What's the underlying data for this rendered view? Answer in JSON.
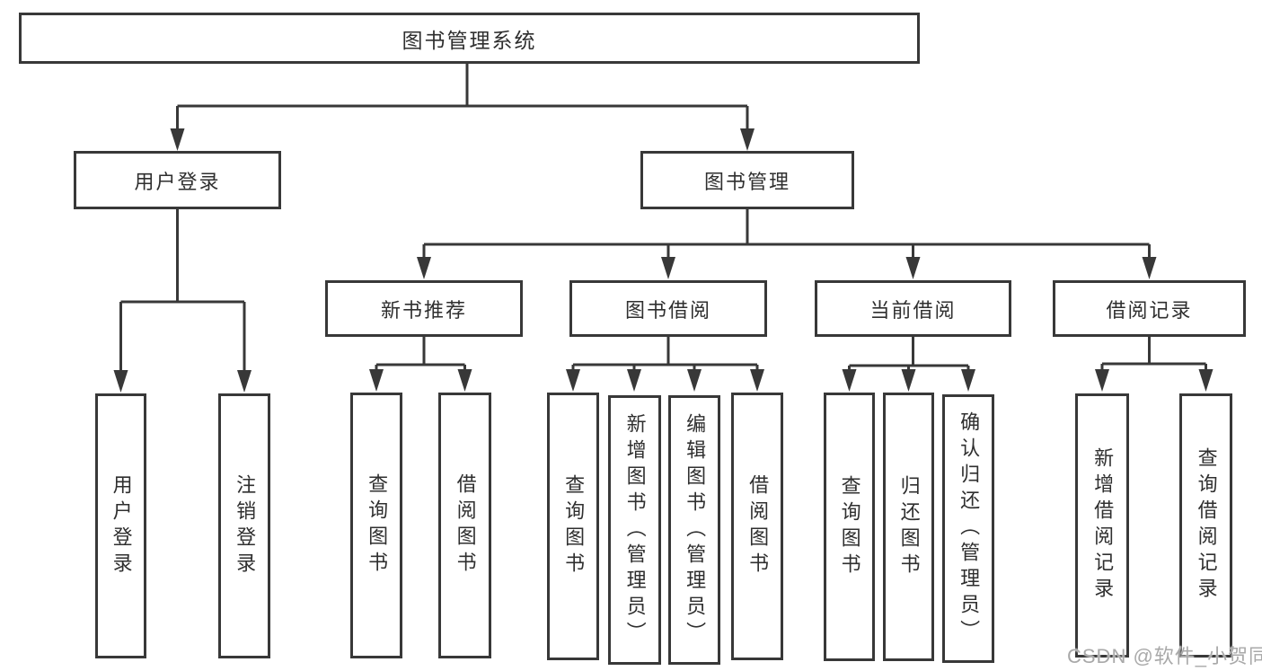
{
  "diagram": {
    "root": {
      "label": "图书管理系统"
    },
    "branches": [
      {
        "label": "用户登录",
        "children": [
          {
            "label": "用户登录"
          },
          {
            "label": "注销登录"
          }
        ]
      },
      {
        "label": "图书管理",
        "children": [
          {
            "label": "新书推荐",
            "children": [
              {
                "label": "查询图书"
              },
              {
                "label": "借阅图书"
              }
            ]
          },
          {
            "label": "图书借阅",
            "children": [
              {
                "label": "查询图书"
              },
              {
                "label": "新增图书（管理员）"
              },
              {
                "label": "编辑图书（管理员）"
              },
              {
                "label": "借阅图书"
              }
            ]
          },
          {
            "label": "当前借阅",
            "children": [
              {
                "label": "查询图书"
              },
              {
                "label": "归还图书"
              },
              {
                "label": "确认归还（管理员）"
              }
            ]
          },
          {
            "label": "借阅记录",
            "children": [
              {
                "label": "新增借阅记录"
              },
              {
                "label": "查询借阅记录"
              }
            ]
          }
        ]
      }
    ]
  },
  "watermark": {
    "text": "CSDN @软件_小贺同学"
  },
  "colors": {
    "line": "#383838",
    "box_border": "#383838",
    "text": "#2f2f2f",
    "watermark": "#a9a9a9",
    "background": "#ffffff"
  }
}
